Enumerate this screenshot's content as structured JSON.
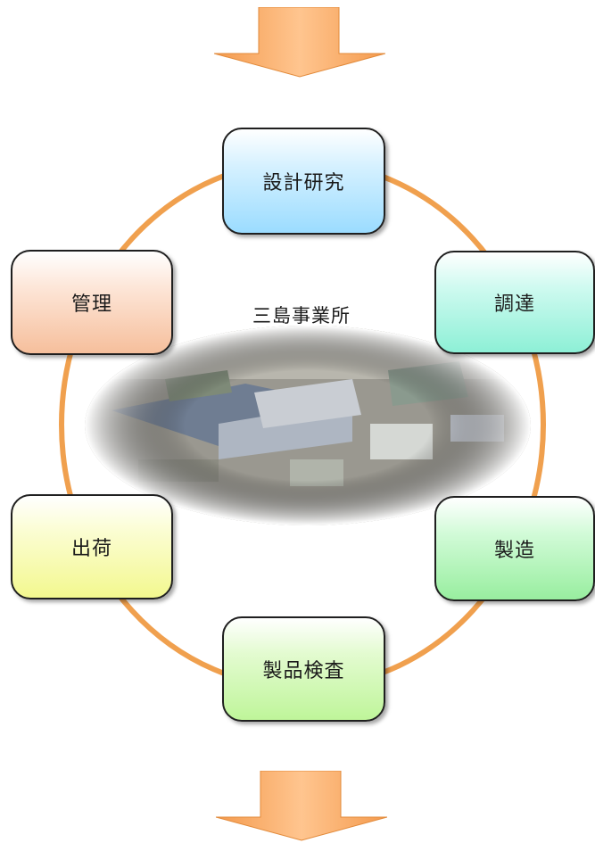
{
  "diagram": {
    "center_label": "三島事業所",
    "center_image": "factory-aerial-photo",
    "nodes": [
      {
        "id": "design",
        "label": "設計研究"
      },
      {
        "id": "procure",
        "label": "調達"
      },
      {
        "id": "manufacture",
        "label": "製造"
      },
      {
        "id": "inspection",
        "label": "製品検査"
      },
      {
        "id": "shipping",
        "label": "出荷"
      },
      {
        "id": "management",
        "label": "管理"
      }
    ],
    "colors": {
      "ring": "#f0a04e",
      "arrow_light": "#ffcc99",
      "arrow_dark": "#f08a2c"
    }
  }
}
